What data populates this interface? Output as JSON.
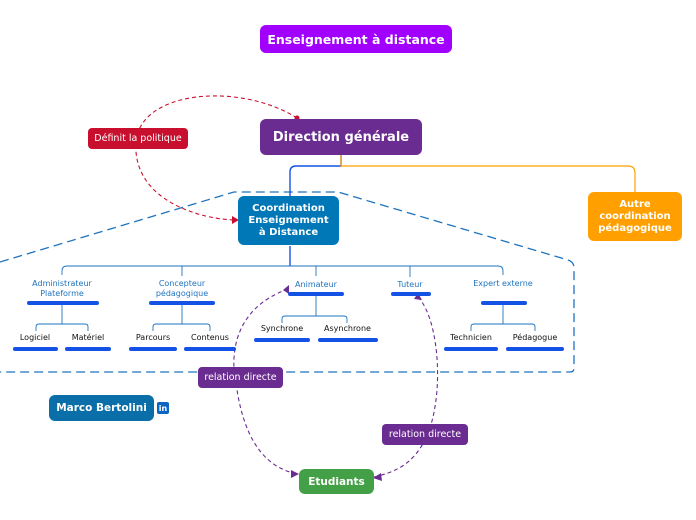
{
  "map": {
    "title": "Enseignement à distance",
    "direction": "Direction générale",
    "coordination": "Coordination Enseignement à Distance",
    "autre": "Autre coordination pédagogique",
    "definit": "Définit la politique",
    "etudiants": "Etudiants",
    "relation_left": "relation directe",
    "relation_right": "relation directe",
    "author": "Marco Bertolini",
    "roles": {
      "admin": "Administrateur Plateforme",
      "concepteur": "Concepteur pédagogique",
      "animateur": "Animateur",
      "tuteur": "Tuteur",
      "expert": "Expert externe"
    },
    "leaves": {
      "logiciel": "Logiciel",
      "materiel": "Matériel",
      "parcours": "Parcours",
      "contenus": "Contenus",
      "synchrone": "Synchrone",
      "asynchrone": "Asynchrone",
      "technicien": "Technicien",
      "pedagogue": "Pédagogue"
    }
  },
  "colors": {
    "title": "#a100ff",
    "direction": "#6a2c91",
    "coordination": "#0077b6",
    "autre": "#ff9f00",
    "definit": "#c8102e",
    "etudiants": "#43a047",
    "relation": "#6a2c91",
    "author": "#0a6fa8",
    "bar": "#1452e6",
    "link": "#1e73be"
  },
  "icons": {
    "linkedin": "linkedin-icon"
  }
}
